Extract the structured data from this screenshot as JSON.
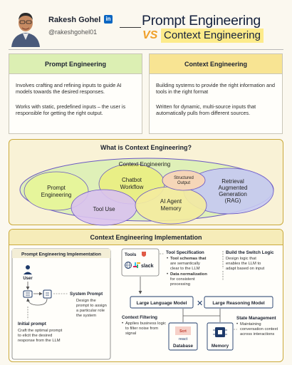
{
  "header": {
    "author": "Rakesh Gohel",
    "linkedin": "in",
    "handle": "@rakeshgohel01",
    "title_top": "Prompt Engineering",
    "vs": "VS",
    "title_bottom": "Context Engineering"
  },
  "prompt_card": {
    "title": "Prompt Engineering",
    "p1": "Involves crafting and refining inputs to guide AI models towards the desired responses.",
    "p2": "Works with static, predefined inputs – the user is responsible for getting the right output."
  },
  "context_card": {
    "title": "Context Engineering",
    "p1": "Building systems to provide the right information and tools in the right format",
    "p2": "Written for dynamic, multi-source inputs that automatically pulls from different sources."
  },
  "what_is": {
    "title": "What is Context Engineering?",
    "outer": "Context Engineering",
    "prompt": [
      "Prompt",
      "Engineering"
    ],
    "chatbot": [
      "Chatbot",
      "Workflow"
    ],
    "structured": [
      "Structured",
      "Output"
    ],
    "rag": [
      "Retrieval",
      "Augmented",
      "Generation",
      "(RAG)"
    ],
    "tool_use": "Tool Use",
    "memory": [
      "AI Agent",
      "Memory"
    ]
  },
  "implementation": {
    "title": "Context Engineering Implementation",
    "pe_box_title": "Prompt Engineering Implementation",
    "user": "User",
    "system_prompt": "System Prompt",
    "system_prompt_desc": [
      "Design the",
      "prompt to assign",
      "a particular role",
      "the system"
    ],
    "initial_prompt": "Initial prompt",
    "initial_prompt_desc": [
      "Craft the optimal prompt",
      "to elicit the desired",
      "response from the LLM"
    ],
    "tools": "Tools",
    "slack": "slack",
    "tool_spec": "Tool Specification",
    "tool_spec_bullet": [
      "Tool schemas that",
      "are semantically",
      "clear to the LLM"
    ],
    "data_norm": [
      "Data normalization",
      "for consistent",
      "processing"
    ],
    "switch_logic": "Build the Switch Logic",
    "switch_logic_desc": [
      "Design logic that",
      "enables the LLM to",
      "adapt based on input"
    ],
    "llm": "Large Language Model",
    "lrm": "Large Reasoning Model",
    "context_filtering": "Context Filtering",
    "context_filtering_desc": [
      "Applies business logic",
      "to filter noise from",
      "signal"
    ],
    "database": "Database",
    "react": "react",
    "memory": "Memory",
    "state_mgmt": "State Management",
    "state_mgmt_desc": [
      "Maintaining",
      "conversation context",
      "across interactions"
    ]
  },
  "colors": {
    "green_head": "#dcefb3",
    "yellow_head": "#f8e493",
    "accent_orange": "#f0a02a",
    "navy": "#14213d"
  }
}
